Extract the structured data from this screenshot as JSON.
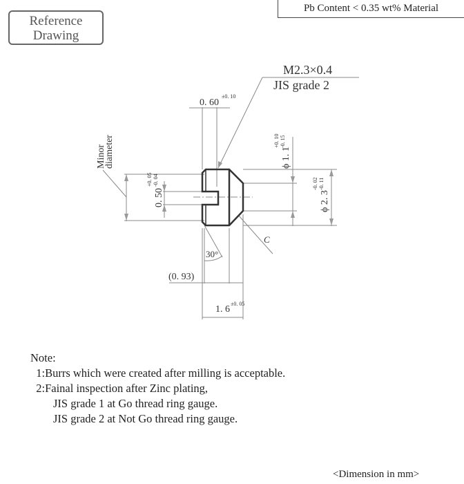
{
  "header": {
    "material": "Pb Content < 0.35 wt% Material"
  },
  "stamp": {
    "line1": "Reference",
    "line2": "Drawing"
  },
  "drawing": {
    "thread_spec": "M2.3×0.4",
    "thread_grade": "JIS grade 2",
    "slot_width": "0. 60",
    "slot_width_tol": "±0. 10",
    "minor_label_1": "Minor",
    "minor_label_2": "diameter",
    "slot_depth_dia": "0. 50",
    "slot_depth_tol_upper": "+0. 05",
    "slot_depth_tol_lower": "-0. 04",
    "small_dia": "ϕ 1. 1",
    "small_dia_tol_upper": "+0. 10",
    "small_dia_tol_lower": "-0. 15",
    "major_dia": "ϕ 2. 3",
    "major_dia_tol_upper": "-0. 02",
    "major_dia_tol_lower": "-0. 11",
    "chamfer": "C",
    "angle": "30°",
    "ref_length": "(0. 93)",
    "length": "1. 6",
    "length_tol": "±0. 05"
  },
  "notes": {
    "title": "Note:",
    "lines": [
      "  1:Burrs which were created after milling is acceptable.",
      "  2:Fainal inspection after Zinc plating,",
      "        JIS grade 1 at Go thread ring gauge.",
      "        JIS grade 2 at Not Go thread ring gauge."
    ]
  },
  "footer": {
    "unit": "<Dimension in mm>"
  }
}
